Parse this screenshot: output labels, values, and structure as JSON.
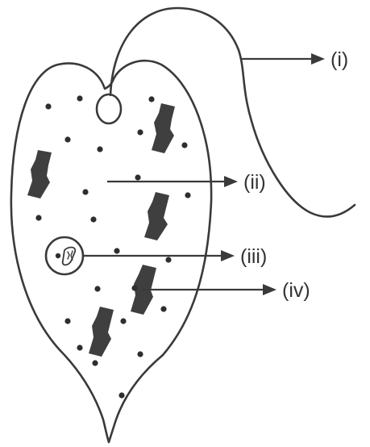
{
  "labels": {
    "i": "(i)",
    "ii": "(ii)",
    "iii": "(iii)",
    "iv": "(iv)"
  },
  "colors": {
    "stroke": "#3a3a3a",
    "granule": "#2e2e2e",
    "chromatophore": "#3f3f3f",
    "background": "#ffffff"
  }
}
